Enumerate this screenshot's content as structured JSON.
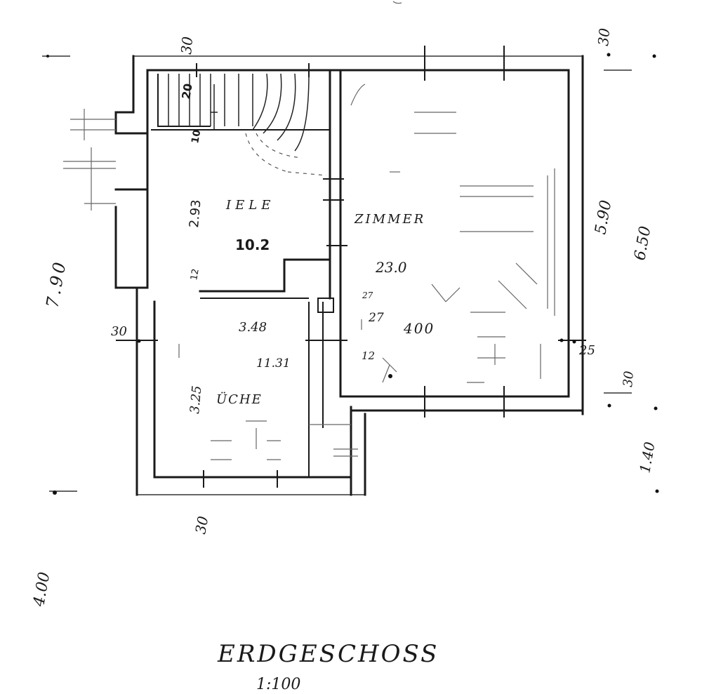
{
  "title": "ERDGESCHOSS",
  "scale_note": "1:100",
  "rooms": [
    {
      "name": "IELE",
      "area": "10.2",
      "dims": [
        "2.93"
      ]
    },
    {
      "name": "ZIMMER",
      "area": "23.0",
      "dims": [
        "400"
      ]
    },
    {
      "name": "ÜCHE",
      "area": "11.31",
      "dims": [
        "3.48",
        "3.25"
      ]
    }
  ],
  "dimensions": {
    "top_left": "30",
    "top_right": "30",
    "left_total": "7.90",
    "left_lower": "4.00",
    "right_zimmer": "5.90",
    "right_total": "6.50",
    "right_lower": "1.40",
    "right_wall_30": "30",
    "right_wall_25": "25",
    "left_wall_30": "30",
    "bottom_30": "30",
    "stair_steps_1": "20",
    "stair_steps_2": "10",
    "stair_steps_3": "12",
    "zimmer_small_1": "27",
    "zimmer_small_2": "27",
    "zimmer_small_3": "12"
  }
}
